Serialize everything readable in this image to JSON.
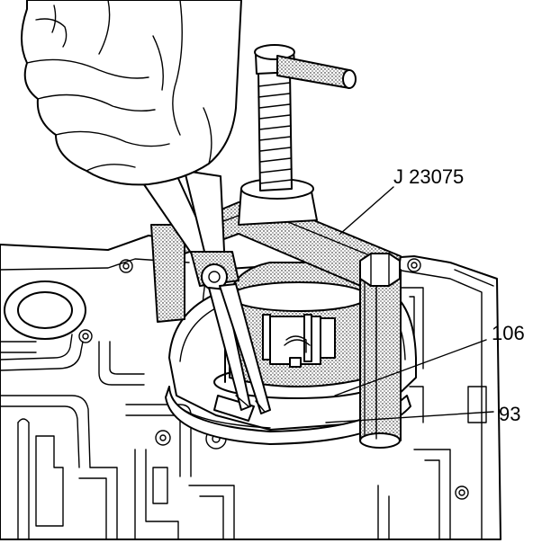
{
  "callouts": {
    "tool": "J 23075",
    "part_upper": "106",
    "part_lower": "93"
  }
}
